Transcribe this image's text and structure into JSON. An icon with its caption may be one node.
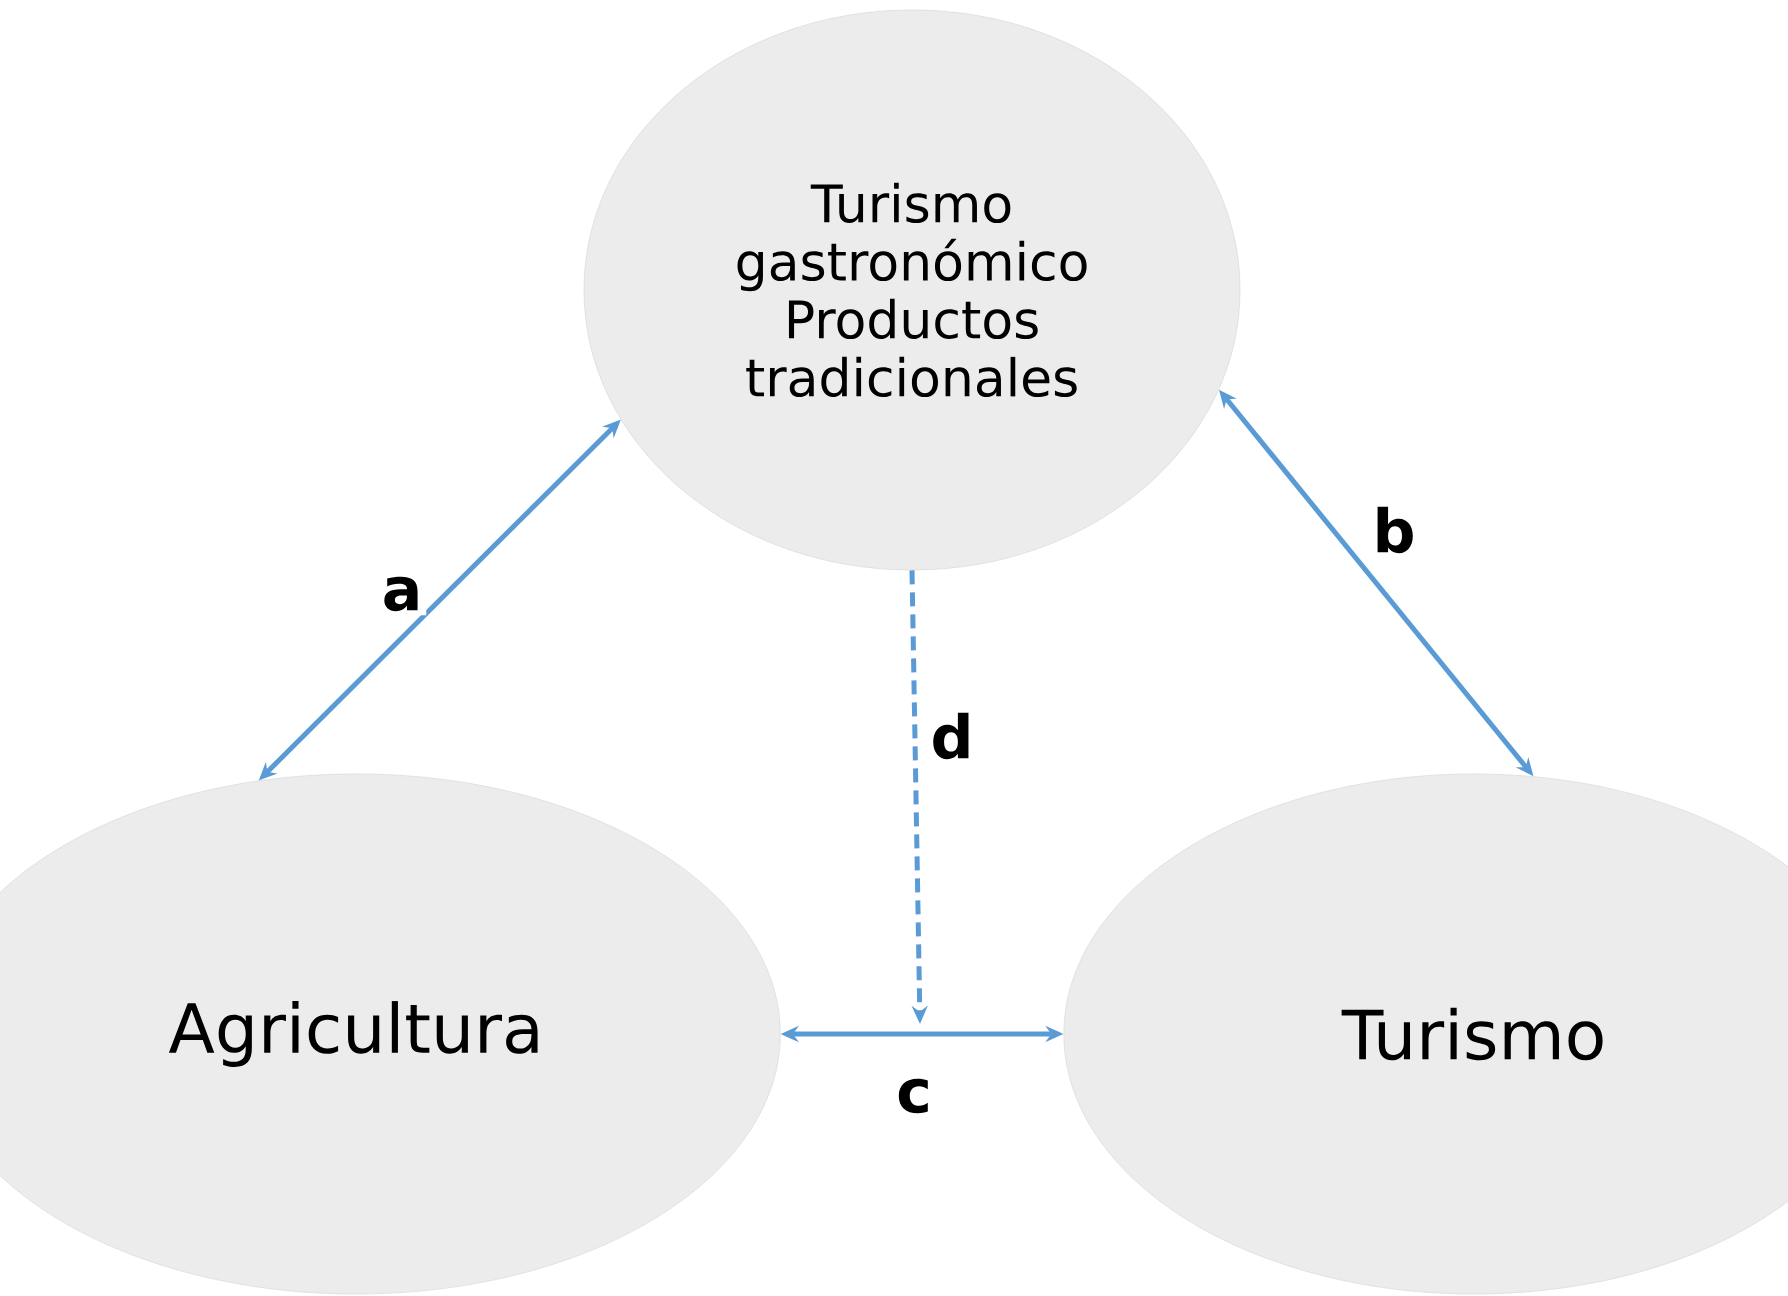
{
  "diagram": {
    "nodes": [
      {
        "text": [
          "Turismo gastronómico",
          "Productos tradicionales"
        ]
      },
      {
        "text": [
          "Agricultura"
        ]
      },
      {
        "text": [
          "Turismo"
        ]
      }
    ],
    "edges": [
      {
        "from": 0,
        "to": 1,
        "arrow": "both",
        "label": "a"
      },
      {
        "from": 0,
        "to": 2,
        "arrow": "both",
        "label": "b"
      },
      {
        "from": 1,
        "to": 2,
        "arrow": "both",
        "label": "c"
      },
      {
        "from": 0,
        "to": null,
        "arrow": "to",
        "label": "d",
        "style": "dashed"
      }
    ]
  }
}
